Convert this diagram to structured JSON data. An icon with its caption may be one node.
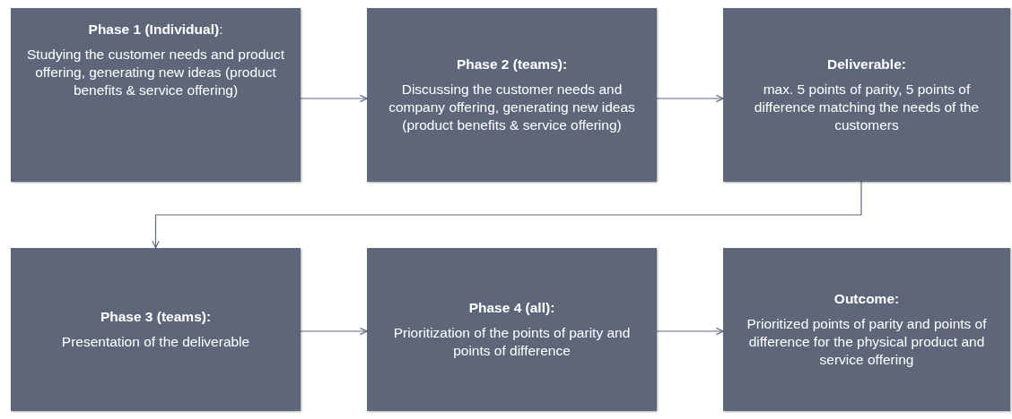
{
  "diagram": {
    "nodes": [
      {
        "text": [
          "**Phase 1 (Individual)**:",
          "Studying the customer needs and product offering, generating new ideas (product benefits & service offering)"
        ]
      },
      {
        "text": [
          "**Phase 2 (teams):**",
          "Discussing the customer needs and company offering, generating new ideas (product benefits & service offering)"
        ]
      },
      {
        "text": [
          "**Deliverable:**",
          "max. 5 points of parity, 5 points of difference matching the needs of the customers"
        ]
      },
      {
        "text": [
          "**Phase 3 (teams):**",
          "Presentation of the deliverable"
        ]
      },
      {
        "text": [
          "**Phase 4 (all):**",
          "Prioritization of the points of parity and points of difference"
        ]
      },
      {
        "text": [
          "**Outcome:**",
          "Prioritized points of parity and points of difference for the physical product and service offering"
        ]
      }
    ],
    "edges": [
      {
        "from": 0,
        "to": 1,
        "arrow": "to"
      },
      {
        "from": 1,
        "to": 2,
        "arrow": "to"
      },
      {
        "from": 2,
        "to": 3,
        "arrow": "to"
      },
      {
        "from": 3,
        "to": 4,
        "arrow": "to"
      },
      {
        "from": 4,
        "to": 5,
        "arrow": "to"
      }
    ]
  }
}
